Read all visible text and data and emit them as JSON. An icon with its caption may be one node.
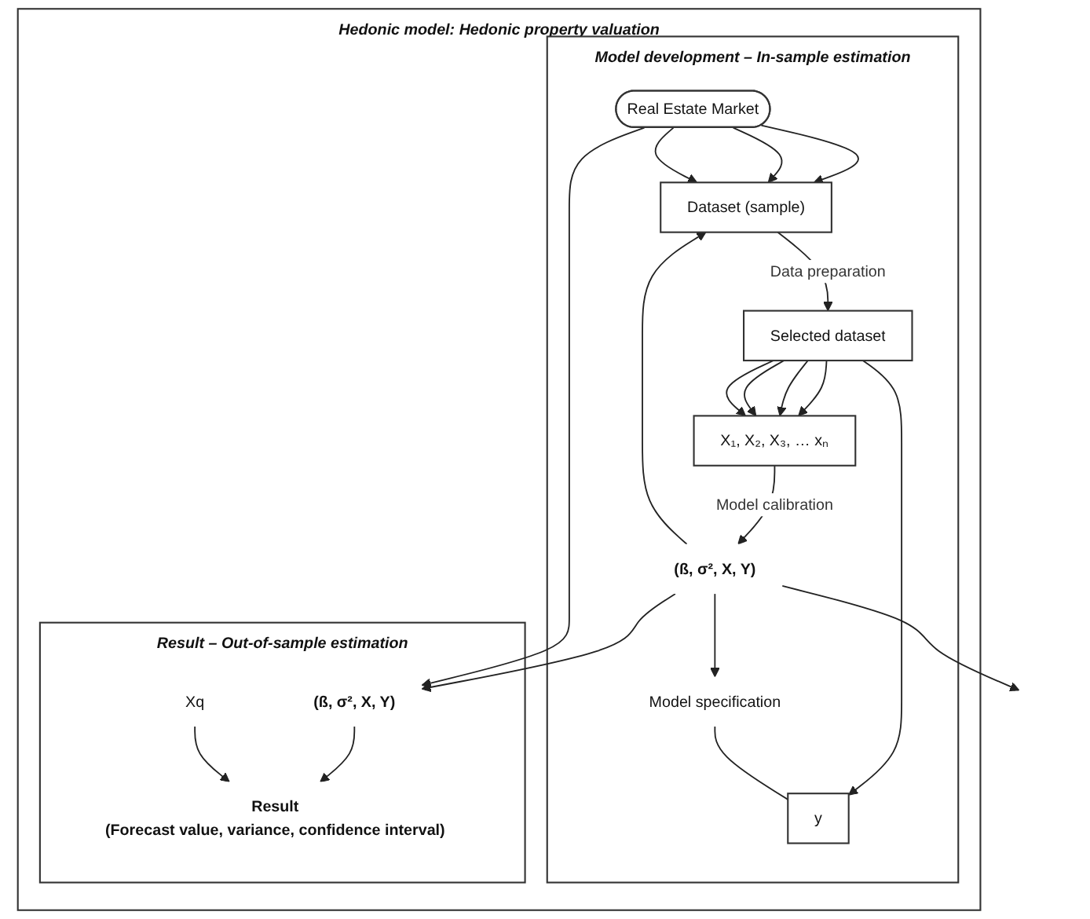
{
  "diagram": {
    "nodes": [
      {
        "text": [
          "Hedonic model: Hedonic property valuation"
        ]
      },
      {
        "text": [
          "Model development – In-sample estimation"
        ],
        "in": 0
      },
      {
        "text": [
          "Result – Out-of-sample estimation"
        ],
        "in": 0
      },
      {
        "text": [
          "Real Estate Market"
        ],
        "in": 1
      },
      {
        "text": [
          "Dataset (sample)"
        ],
        "in": 1
      },
      {
        "text": [
          "Selected dataset"
        ],
        "in": 1
      },
      {
        "text": [
          "y"
        ],
        "in": 1
      },
      {
        "text": [
          "X₁, X₂, X₃, … xₙ"
        ],
        "in": 1
      },
      {
        "text": [
          "(ß, σ², X, Y)"
        ],
        "in": 1
      },
      {
        "text": [
          "Model specification"
        ],
        "in": 1
      },
      {
        "text": [
          "(ß, σ², X, Y)"
        ],
        "in": 2
      },
      {
        "text": [
          "Xq"
        ],
        "in": 2
      },
      {
        "text": [
          "Result",
          "(Forecast value, variance, confidence interval)"
        ],
        "in": 2
      }
    ],
    "edges": [
      {
        "from": 3,
        "to": 4,
        "arrow": "to"
      },
      {
        "from": 3,
        "to": 4,
        "arrow": "to"
      },
      {
        "from": 3,
        "to": 4,
        "arrow": "to"
      },
      {
        "from": 4,
        "to": 5,
        "arrow": "to",
        "label": "Data preparation"
      },
      {
        "from": 5,
        "to": 6,
        "arrow": "to"
      },
      {
        "from": 5,
        "to": 7,
        "arrow": "to"
      },
      {
        "from": 5,
        "to": 7,
        "arrow": "to"
      },
      {
        "from": 5,
        "to": 7,
        "arrow": "to"
      },
      {
        "from": 5,
        "to": 7,
        "arrow": "to"
      },
      {
        "from": 7,
        "to": 8,
        "arrow": "to",
        "label": "Model calibration"
      },
      {
        "from": 9,
        "to": 6,
        "arrow": "none"
      },
      {
        "from": 8,
        "to": 4,
        "arrow": "to"
      },
      {
        "from": 8,
        "to": 9,
        "arrow": "to"
      },
      {
        "from": 8,
        "to": null,
        "arrow": "to"
      },
      {
        "from": 8,
        "to": 10,
        "arrow": "to"
      },
      {
        "from": 3,
        "to": 10,
        "arrow": "to"
      },
      {
        "from": 10,
        "to": 12,
        "arrow": "to"
      },
      {
        "from": 11,
        "to": 12,
        "arrow": "to"
      }
    ]
  }
}
